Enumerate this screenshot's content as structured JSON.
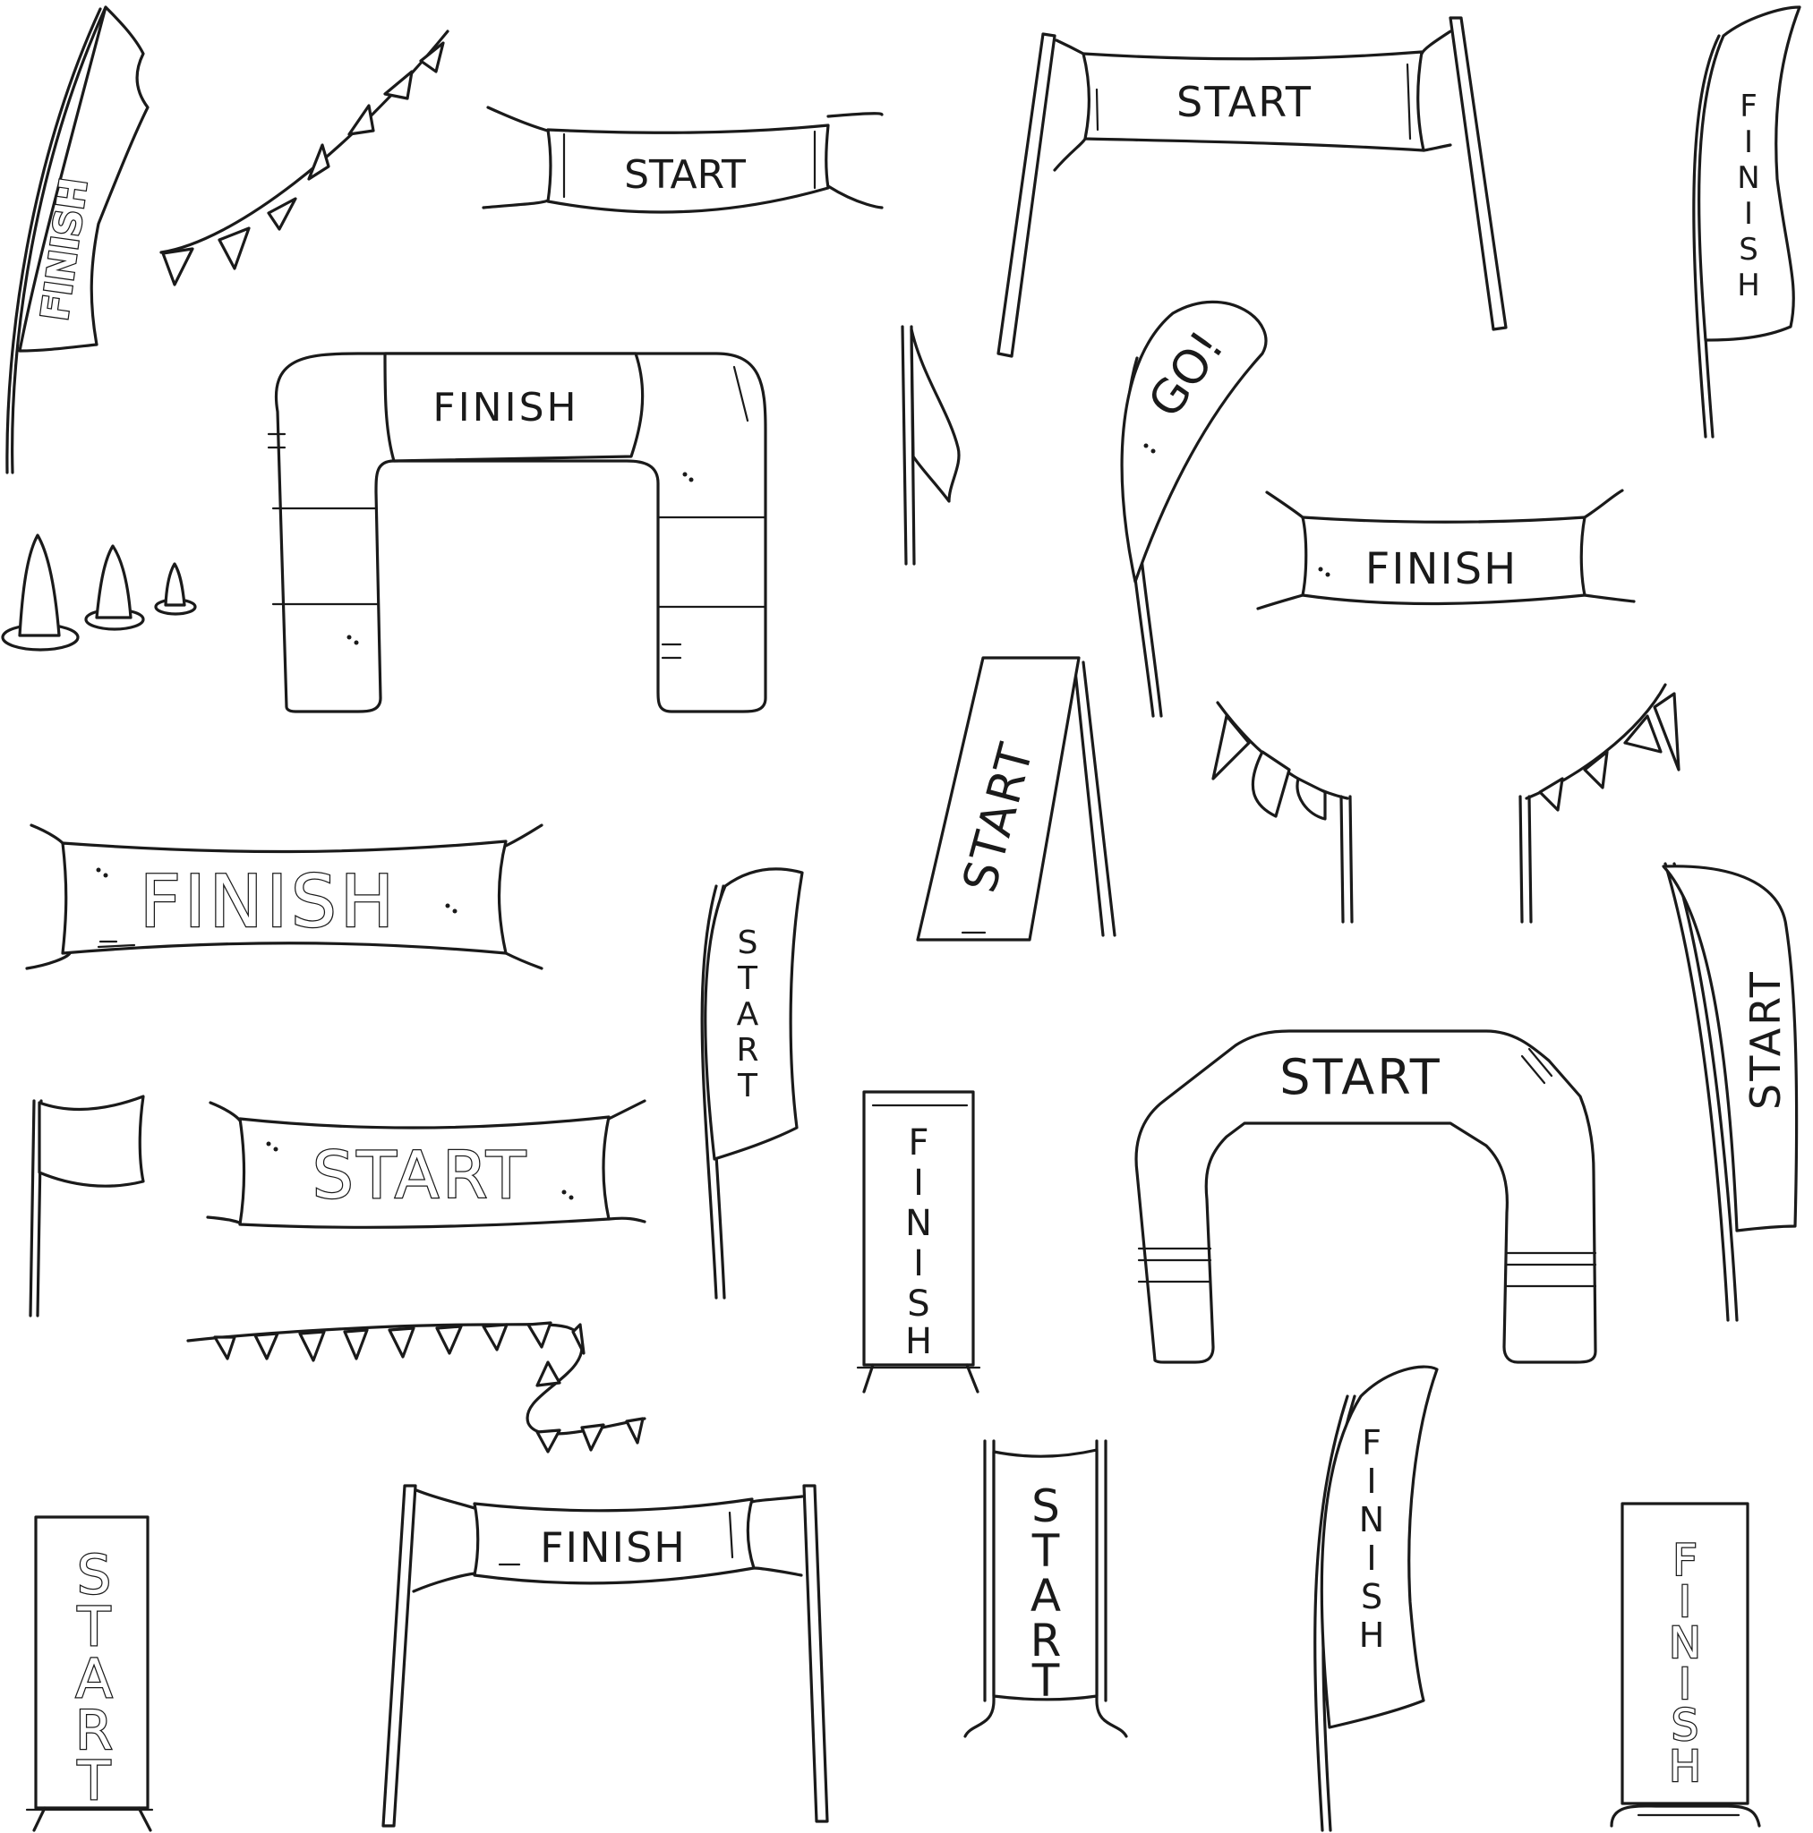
{
  "labels": {
    "start": "START",
    "finish": "FINISH",
    "go": "GO!",
    "start_vertical": [
      "S",
      "T",
      "A",
      "R",
      "T"
    ],
    "finish_vertical": [
      "F",
      "I",
      "N",
      "I",
      "S",
      "H"
    ]
  },
  "style": {
    "ink": "#1a1a1a",
    "paper": "#ffffff"
  }
}
